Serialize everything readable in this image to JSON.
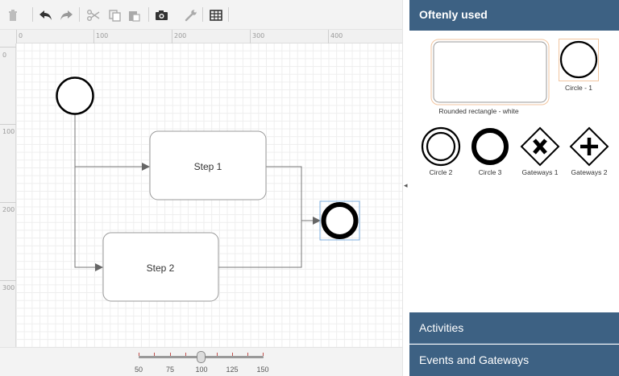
{
  "toolbar": {
    "buttons": [
      "delete",
      "undo",
      "redo",
      "cut",
      "copy",
      "paste",
      "screenshot",
      "settings",
      "table"
    ]
  },
  "ruler": {
    "top_labels": [
      "0",
      "100",
      "200",
      "300",
      "400"
    ],
    "left_labels": [
      "0",
      "100",
      "200",
      "300"
    ]
  },
  "diagram": {
    "step1_label": "Step 1",
    "step2_label": "Step 2"
  },
  "zoom": {
    "labels": [
      "50",
      "75",
      "100",
      "125",
      "150"
    ],
    "value": 100
  },
  "palette": {
    "header": "Oftenly used",
    "items": [
      {
        "caption": "Rounded rectangle - white"
      },
      {
        "caption": "Circle - 1"
      },
      {
        "caption": "Circle 2"
      },
      {
        "caption": "Circle 3"
      },
      {
        "caption": "Gateways 1"
      },
      {
        "caption": "Gateways 2"
      }
    ],
    "sections": [
      "Activities",
      "Events and Gateways"
    ]
  },
  "colors": {
    "panel_header": "#3d6183",
    "selection": "#7fb0e0",
    "highlight": "#f2c6a0"
  }
}
